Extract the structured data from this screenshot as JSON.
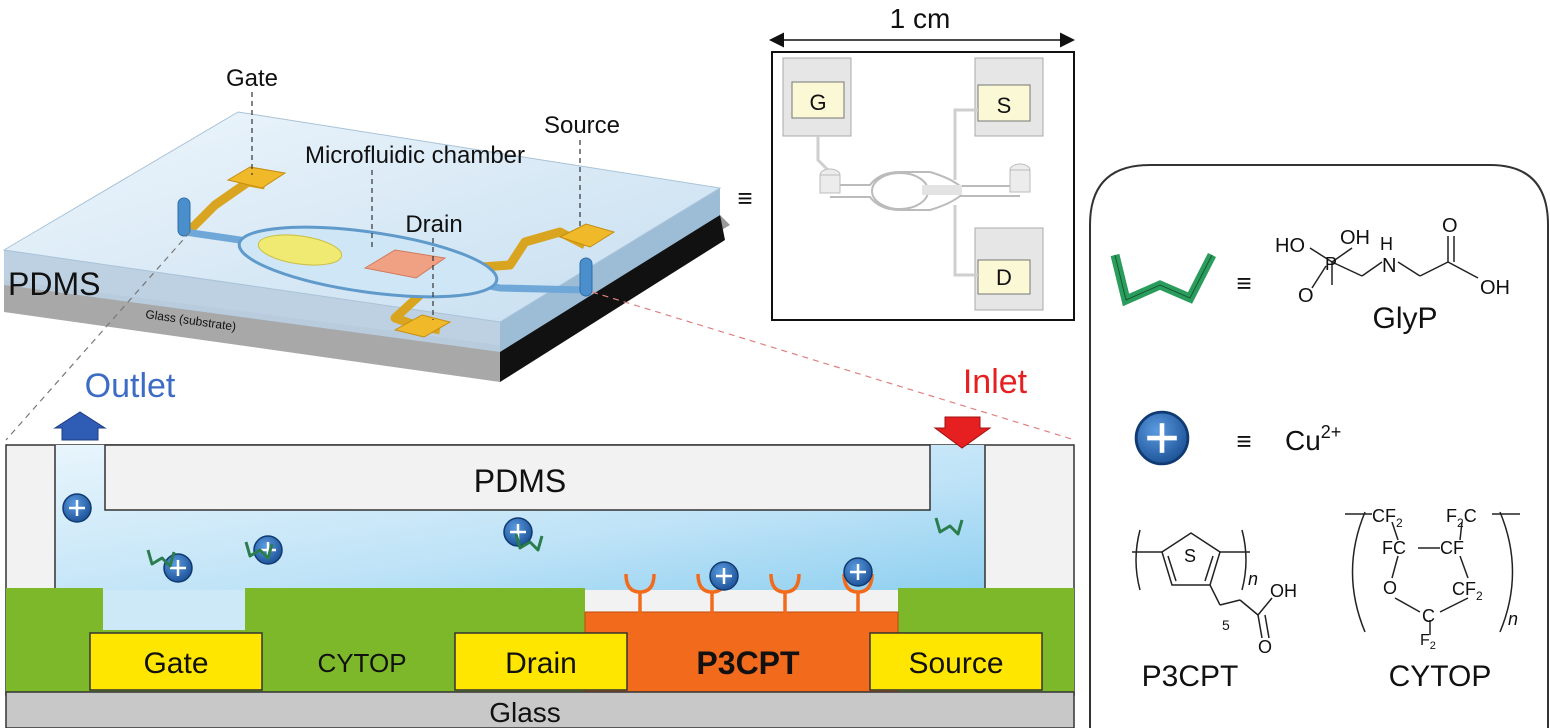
{
  "device_view": {
    "gate": "Gate",
    "microfluidic_chamber": "Microfluidic chamber",
    "source": "Source",
    "drain": "Drain",
    "pdms": "PDMS",
    "glass": "Glass (substrate)"
  },
  "photo": {
    "scale": "1 cm",
    "equiv": "≡",
    "g": "G",
    "s": "S",
    "d": "D"
  },
  "cross_section": {
    "outlet": "Outlet",
    "inlet": "Inlet",
    "pdms": "PDMS",
    "gate": "Gate",
    "cytop": "CYTOP",
    "drain": "Drain",
    "p3cpt": "P3CPT",
    "source": "Source",
    "glass": "Glass"
  },
  "legend": {
    "equiv": "≡",
    "glyp_name": "GlyP",
    "cu": "Cu",
    "cu_charge": "2+",
    "p3cpt_name": "P3CPT",
    "cytop_name": "CYTOP",
    "atoms": {
      "ho": "HO",
      "oh": "OH",
      "h": "H",
      "n": "N",
      "p": "P",
      "o": "O",
      "s": "S",
      "n_sub": "n",
      "five": "5",
      "cf2": "CF",
      "f2c": "F",
      "fc": "FC",
      "cf": "CF",
      "c": "C",
      "two": "2",
      "f2": "F"
    }
  },
  "colors": {
    "gold": "#f4c430",
    "electrode": "#ffe600",
    "cytop": "#7db82a",
    "p3cpt": "#f26a1b",
    "liquid": "#cde9f8",
    "ion": "#2d6eb8",
    "glyp": "#2a9d5c",
    "inlet": "#e62020",
    "outlet": "#2f5db5"
  }
}
